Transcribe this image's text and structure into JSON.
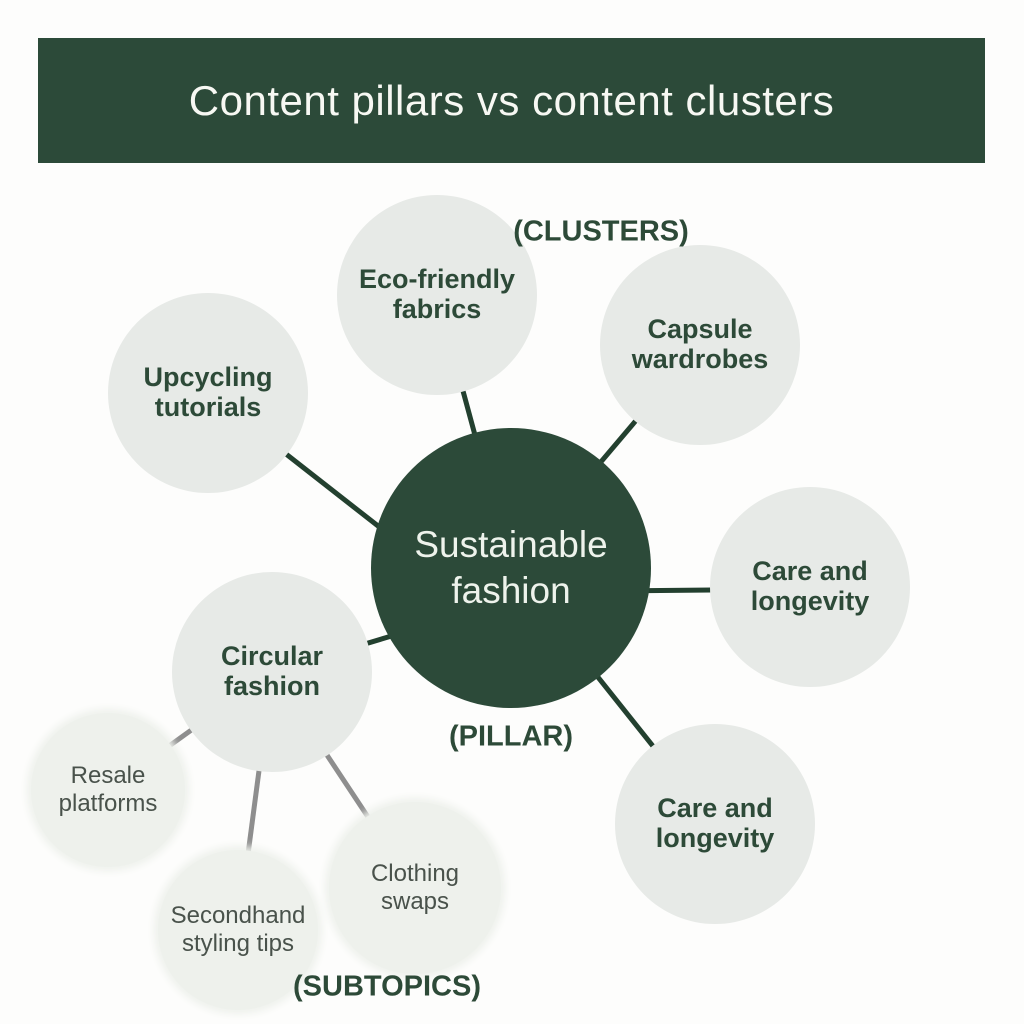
{
  "header": {
    "title": "Content pillars vs content clusters"
  },
  "pillar": {
    "label": "Sustainable fashion",
    "tag": "(PILLAR)"
  },
  "clusters": {
    "tag": "(CLUSTERS)",
    "items": [
      {
        "label": "Eco-friendly fabrics"
      },
      {
        "label": "Capsule wardrobes"
      },
      {
        "label": "Care and longevity"
      },
      {
        "label": "Care and longevity"
      },
      {
        "label": "Upcycling tutorials"
      },
      {
        "label": "Circular fashion"
      }
    ]
  },
  "subtopics": {
    "tag": "(SUBTOPICS)",
    "items": [
      {
        "label": "Resale platforms"
      },
      {
        "label": "Secondhand styling tips"
      },
      {
        "label": "Clothing swaps"
      }
    ]
  },
  "colors": {
    "dark_green": "#2c4a39",
    "cluster_fill": "#e7eae7",
    "subtopic_fill": "#eef1ec",
    "connector_green": "#23402f",
    "connector_gray": "#8e8e8e",
    "title_text": "#f7f8f3",
    "subtopic_text": "#49524b",
    "background": "#fdfdfc"
  }
}
